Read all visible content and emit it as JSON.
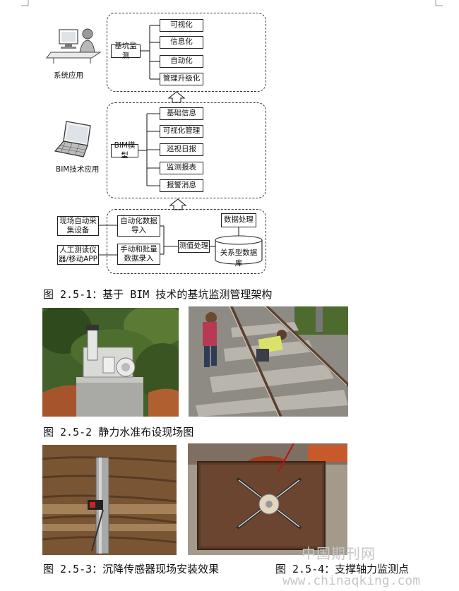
{
  "diagram": {
    "top": {
      "side_label": "系统应用",
      "node": "基坑监测",
      "items": [
        "可视化",
        "信息化",
        "自动化",
        "管理升级化"
      ]
    },
    "middle": {
      "side_label": "BIM技术应用",
      "node": "BIM模型",
      "items": [
        "基础信息",
        "可视化管理",
        "巡视日报",
        "监测报表",
        "报警消息"
      ]
    },
    "bottom": {
      "source_auto": "现场自动采集设备",
      "source_manual": "人工测读仪器/移动APP",
      "import_auto": "自动化数据导入",
      "import_manual": "手动和批量数据录入",
      "process": "测值处理",
      "database": "关系型数据库",
      "data_process": "数据处理"
    }
  },
  "captions": {
    "fig1": "图 2.5-1：基于 BIM 技术的基坑监测管理架构",
    "fig2": "图 2.5-2 静力水准布设现场图",
    "fig3": "图 2.5-3：沉降传感器现场安装效果",
    "fig4": "图 2.5-4：支撑轴力监测点"
  },
  "watermark": {
    "cn": "中国期刊网",
    "url": "www.chinaqking.com"
  }
}
